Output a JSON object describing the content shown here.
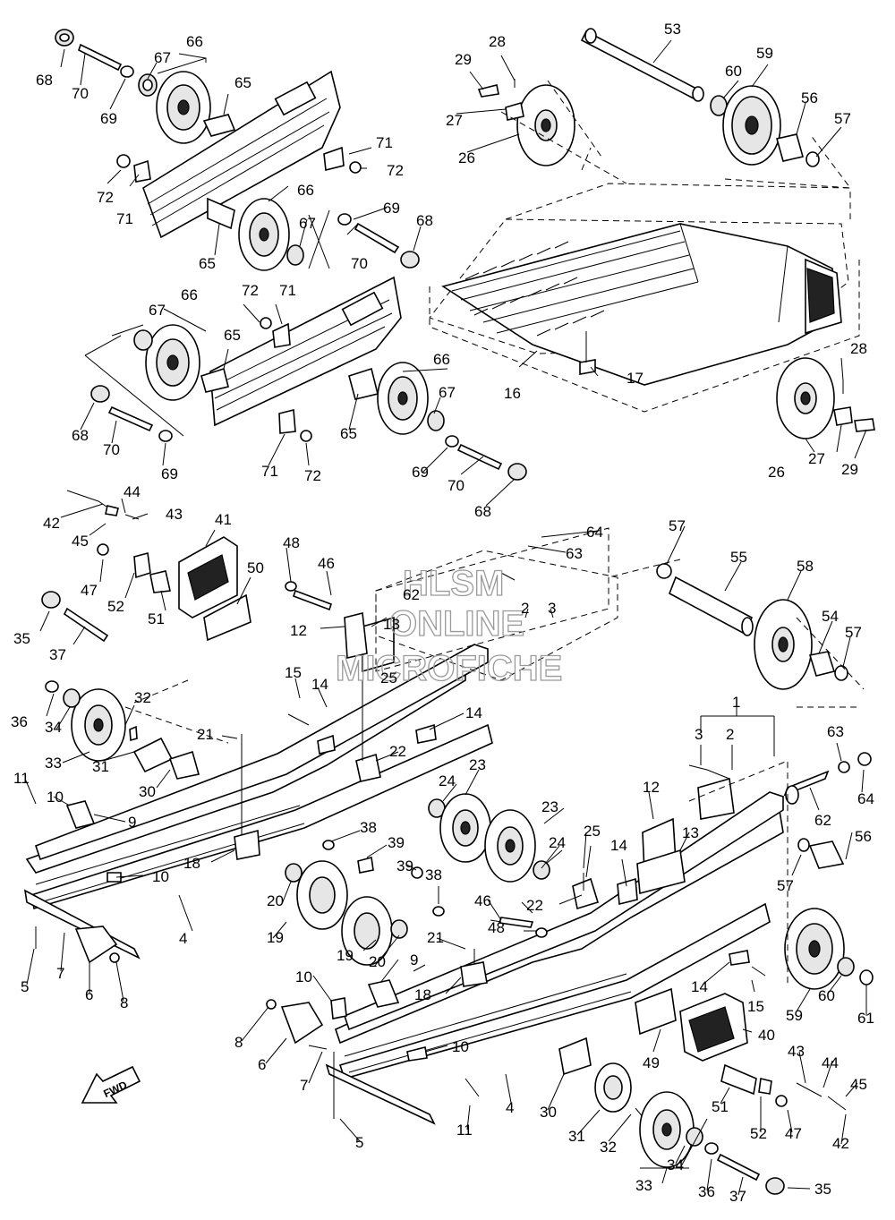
{
  "diagram": {
    "callouts": {
      "c66a": "66",
      "c67a": "67",
      "c68a": "68",
      "c70a": "70",
      "c69a": "69",
      "c65a": "65",
      "c71a": "71",
      "c72a": "72",
      "c72b": "72",
      "c71b": "71",
      "c66b": "66",
      "c67b": "67",
      "c69b": "69",
      "c68b": "68",
      "c65b": "65",
      "c70b": "70",
      "c66c": "66",
      "c67c": "67",
      "c65c": "65",
      "c72c": "72",
      "c71c": "71",
      "c68c": "68",
      "c70c": "70",
      "c69c": "69",
      "c71d": "71",
      "c72d": "72",
      "c65d": "65",
      "c66d": "66",
      "c67d": "67",
      "c69d": "69",
      "c70d": "70",
      "c68d": "68",
      "c28a": "28",
      "c29a": "29",
      "c27a": "27",
      "c26a": "26",
      "c53": "53",
      "c59a": "59",
      "c60a": "60",
      "c56a": "56",
      "c57a": "57",
      "c16": "16",
      "c17": "17",
      "c28b": "28",
      "c26b": "26",
      "c27b": "27",
      "c29b": "29",
      "c44a": "44",
      "c42a": "42",
      "c43a": "43",
      "c45a": "45",
      "c41": "41",
      "c47a": "47",
      "c52a": "52",
      "c51a": "51",
      "c50": "50",
      "c35a": "35",
      "c37a": "37",
      "c48a": "48",
      "c46a": "46",
      "c12a": "12",
      "c13a": "13",
      "c64a": "64",
      "c63a": "63",
      "c62a": "62",
      "c2a": "2",
      "c3a": "3",
      "c57b": "57",
      "c55": "55",
      "c58": "58",
      "c54": "54",
      "c57c": "57",
      "c15a": "15",
      "c14a": "14",
      "c25a": "25",
      "c14b": "14",
      "c36a": "36",
      "c34a": "34",
      "c32a": "32",
      "c33a": "33",
      "c31a": "31",
      "c30a": "30",
      "c21a": "21",
      "c22a": "22",
      "c23a": "23",
      "c24a": "24",
      "c11a": "11",
      "c10a": "10",
      "c9a": "9",
      "c10b": "10",
      "c18a": "18",
      "c38a": "38",
      "c39a": "39",
      "c20a": "20",
      "c19a": "19",
      "c4a": "4",
      "c5a": "5",
      "c7a": "7",
      "c6a": "6",
      "c8a": "8",
      "c1": "1",
      "c3b": "3",
      "c2b": "2",
      "c63b": "63",
      "c64b": "64",
      "c62b": "62",
      "c56b": "56",
      "c57d": "57",
      "c12b": "12",
      "c13b": "13",
      "c14c": "14",
      "c23b": "23",
      "c24b": "24",
      "c25b": "25",
      "c22b": "22",
      "c39b": "39",
      "c38b": "38",
      "c46b": "46",
      "c48b": "48",
      "c21b": "21",
      "c19b": "19",
      "c20b": "20",
      "c9b": "9",
      "c18b": "18",
      "c10c": "10",
      "c10d": "10",
      "c8b": "8",
      "c6b": "6",
      "c7b": "7",
      "c11b": "11",
      "c5b": "5",
      "c4b": "4",
      "c14d": "14",
      "c15b": "15",
      "c59b": "59",
      "c60b": "60",
      "c61": "61",
      "c49": "49",
      "c40": "40",
      "c43b": "43",
      "c44b": "44",
      "c45b": "45",
      "c51b": "51",
      "c52b": "52",
      "c47b": "47",
      "c42b": "42",
      "c30b": "30",
      "c31b": "31",
      "c32b": "32",
      "c33b": "33",
      "c34b": "34",
      "c36b": "36",
      "c37b": "37",
      "c35b": "35"
    },
    "watermark": {
      "line1": "HLSM",
      "line2": "ONLINE",
      "line3": "MICROFICHE"
    },
    "fwd_label": "FWD"
  }
}
